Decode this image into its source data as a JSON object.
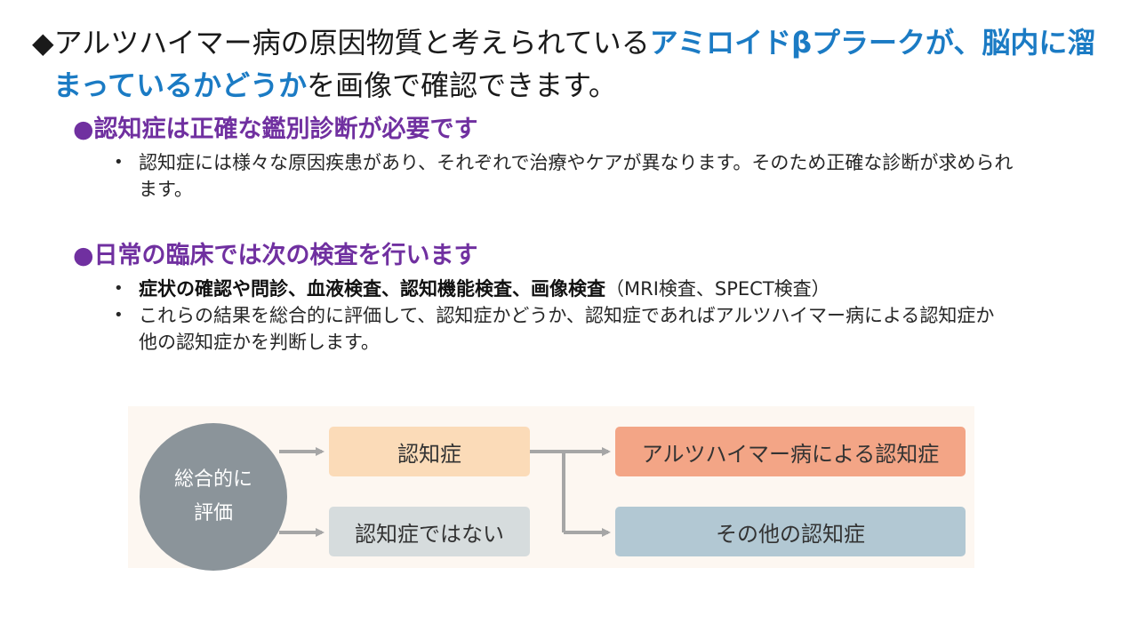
{
  "headline": {
    "prefix_marker": "◆",
    "part1": "アルツハイマー病の原因物質と考えられている",
    "highlight1": "アミロイドβプラークが、脳内に溜",
    "highlight2": "まっているかどうか",
    "part2": "を画像で確認できます。"
  },
  "section1": {
    "title": "●認知症は正確な鑑別診断が必要です",
    "bullets": [
      {
        "line1": "認知症には様々な原因疾患があり、それぞれで治療やケアが異なります。そのため正確な診断が求められ",
        "line2": "ます。"
      }
    ]
  },
  "section2": {
    "title": "●日常の臨床では次の検査を行います",
    "bullets": [
      {
        "bold": "症状の確認や問診、血液検査、認知機能検査、画像検査",
        "normal": "（MRI検査、SPECT検査）"
      },
      {
        "line1": "これらの結果を総合的に評価して、認知症かどうか、認知症であればアルツハイマー病による認知症か",
        "line2": "他の認知症かを判断します。"
      }
    ]
  },
  "diagram": {
    "circle_line1": "総合的に",
    "circle_line2": "評価",
    "box_dementia": "認知症",
    "box_not_dementia": "認知症ではない",
    "box_alzheimer": "アルツハイマー病による認知症",
    "box_other": "その他の認知症",
    "colors": {
      "circle": "#8b949a",
      "dementia": "#fbdbb8",
      "not_dementia": "#d6dcdd",
      "alzheimer": "#f3a586",
      "other": "#b2c8d3",
      "arrow": "#a6a6a6"
    }
  },
  "bullet_marker": "•"
}
